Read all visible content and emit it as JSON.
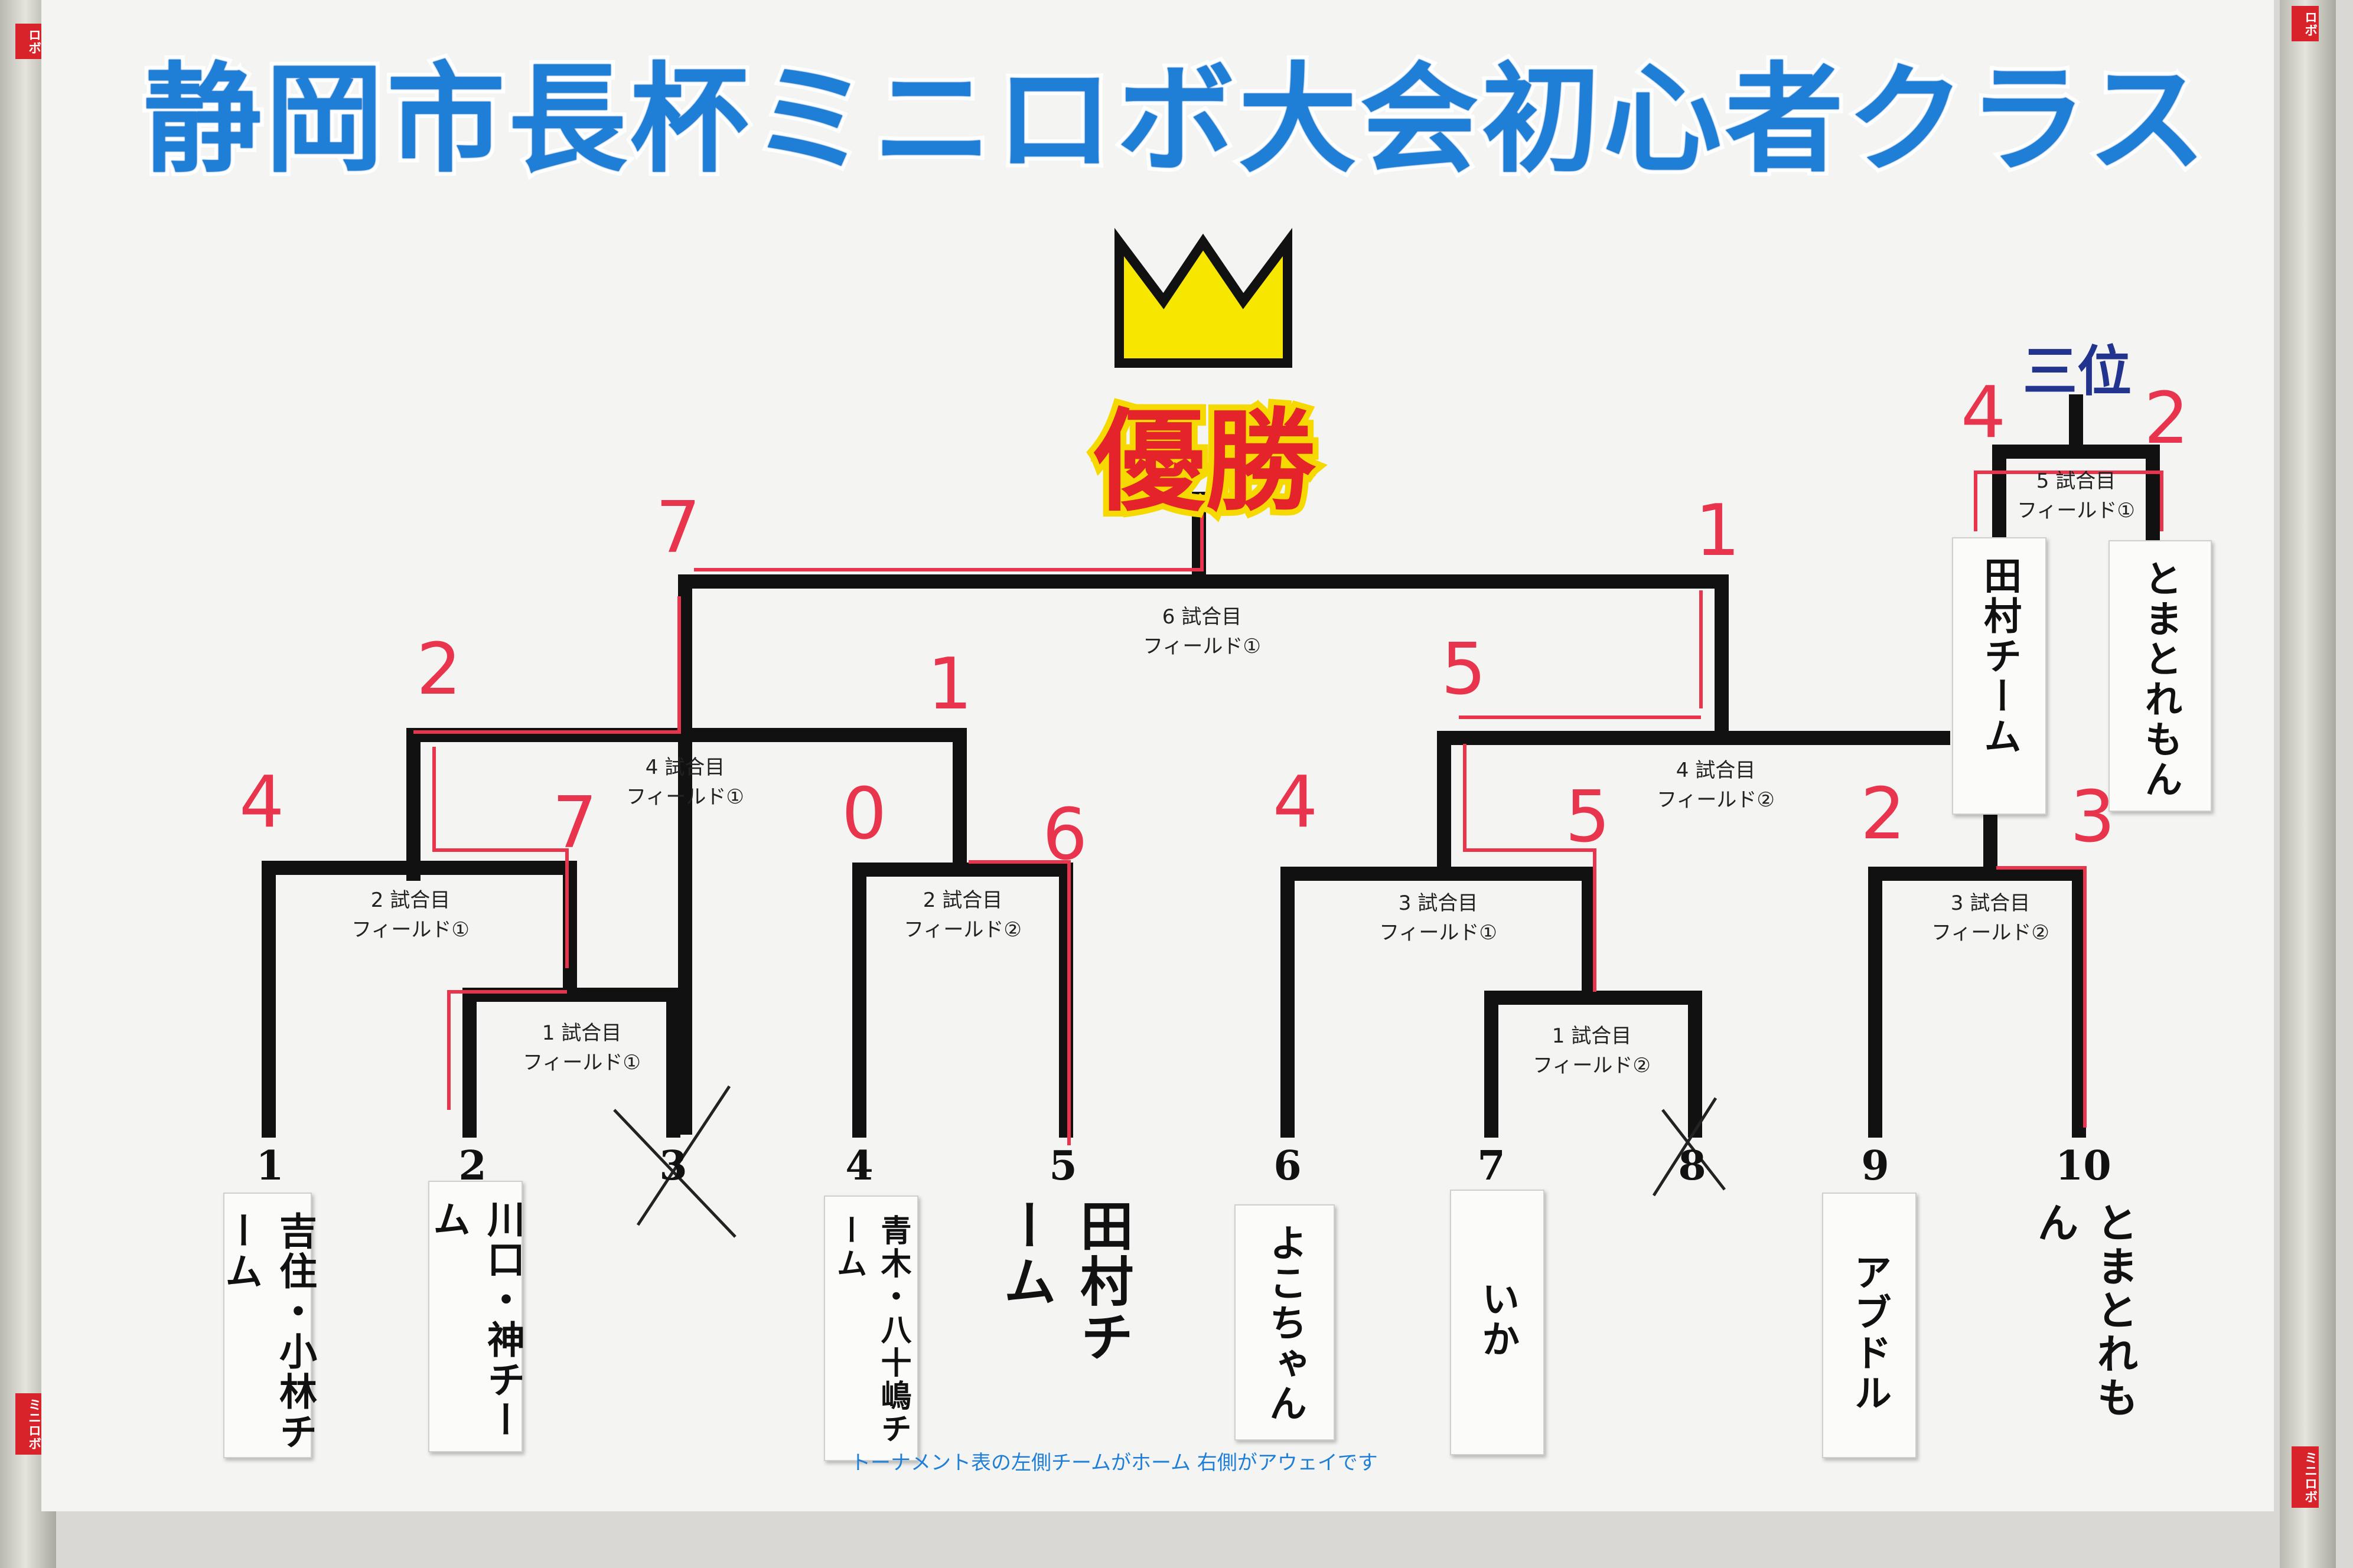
{
  "title": "静岡市長杯ミニロボ大会初心者クラス",
  "winner_label": "優勝",
  "third_label": "三位",
  "matches": [
    {
      "no": "1 試合目",
      "field": "フィールド①"
    },
    {
      "no": "1 試合目",
      "field": "フィールド②"
    },
    {
      "no": "2 試合目",
      "field": "フィールド①"
    },
    {
      "no": "2 試合目",
      "field": "フィールド②"
    },
    {
      "no": "3 試合目",
      "field": "フィールド①"
    },
    {
      "no": "3 試合目",
      "field": "フィールド②"
    },
    {
      "no": "4 試合目",
      "field": "フィールド①"
    },
    {
      "no": "4 試合目",
      "field": "フィールド②"
    },
    {
      "no": "5 試合目",
      "field": "フィールド①"
    },
    {
      "no": "6 試合目",
      "field": "フィールド①"
    }
  ],
  "seeds": [
    "1",
    "2",
    "3",
    "4",
    "5",
    "6",
    "7",
    "8",
    "9",
    "10"
  ],
  "teams": [
    "吉住・小林チーム",
    "川口・神チーム",
    "青木・八十嶋チーム",
    "田村チーム",
    "よこちゃん",
    "いか",
    "アブドル",
    "とまとれもん"
  ],
  "third_teams": [
    "田村チーム",
    "とまとれもん"
  ],
  "scores": [
    "7",
    "1",
    "2",
    "1",
    "5",
    "4",
    "7",
    "0",
    "6",
    "4",
    "5",
    "2",
    "3",
    "4",
    "2"
  ],
  "note": "トーナメント表の左側チームがホーム 右側がアウェイです",
  "pole_tags": [
    "ミニロボ",
    "ミニロボ",
    "ロボ"
  ],
  "colors": {
    "title": "#1f7fd6",
    "winner": "#e4242a",
    "crown": "#f6d900",
    "bracket": "#111111",
    "handwriting": "#e8354d"
  }
}
